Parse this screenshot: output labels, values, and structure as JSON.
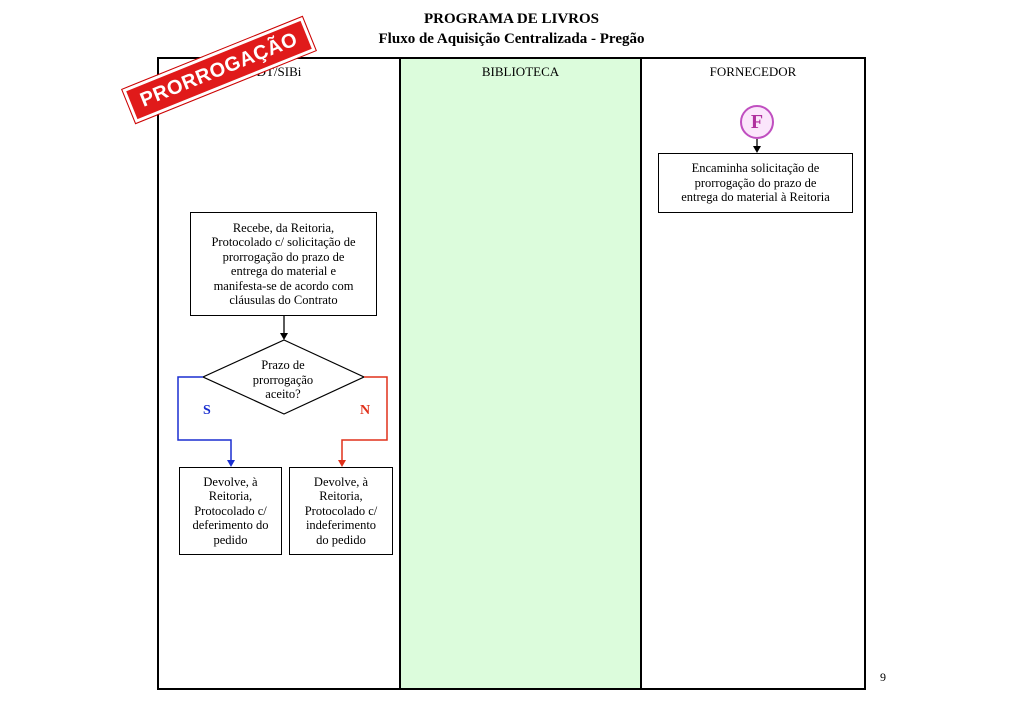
{
  "header": {
    "title": "PROGRAMA DE LIVROS",
    "subtitle": "Fluxo de Aquisição Centralizada - Pregão"
  },
  "stamp": {
    "text": "PRORROGAÇÃO",
    "color": "#e01a1a"
  },
  "lanes": [
    {
      "label": "DT/SIBi",
      "background": "#ffffff"
    },
    {
      "label": "BIBLIOTECA",
      "background": "#dcfcdc"
    },
    {
      "label": "FORNECEDOR",
      "background": "#ffffff"
    }
  ],
  "connector": {
    "label": "F",
    "color": "#c04fc0"
  },
  "nodes": {
    "fornecedor_encaminha": "Encaminha solicitação de\nprorrogação do prazo de\nentrega do material à Reitoria",
    "recebe_reitoria": "Recebe, da Reitoria,\nProtocolado c/ solicitação de\nprorrogação do prazo de\nentrega do material e\nmanifesta-se de acordo com\ncláusulas do Contrato",
    "decision": "Prazo de\nprorrogação\naceito?",
    "devolve_deferimento": "Devolve, à\nReitoria,\nProtocolado c/\ndeferimento do\npedido",
    "devolve_indeferimento": "Devolve, à\nReitoria,\nProtocolado c/\nindeferimento\ndo pedido"
  },
  "branches": {
    "yes": {
      "label": "S",
      "color": "#1a2fd0"
    },
    "no": {
      "label": "N",
      "color": "#e0301a"
    }
  },
  "page_number": "9"
}
